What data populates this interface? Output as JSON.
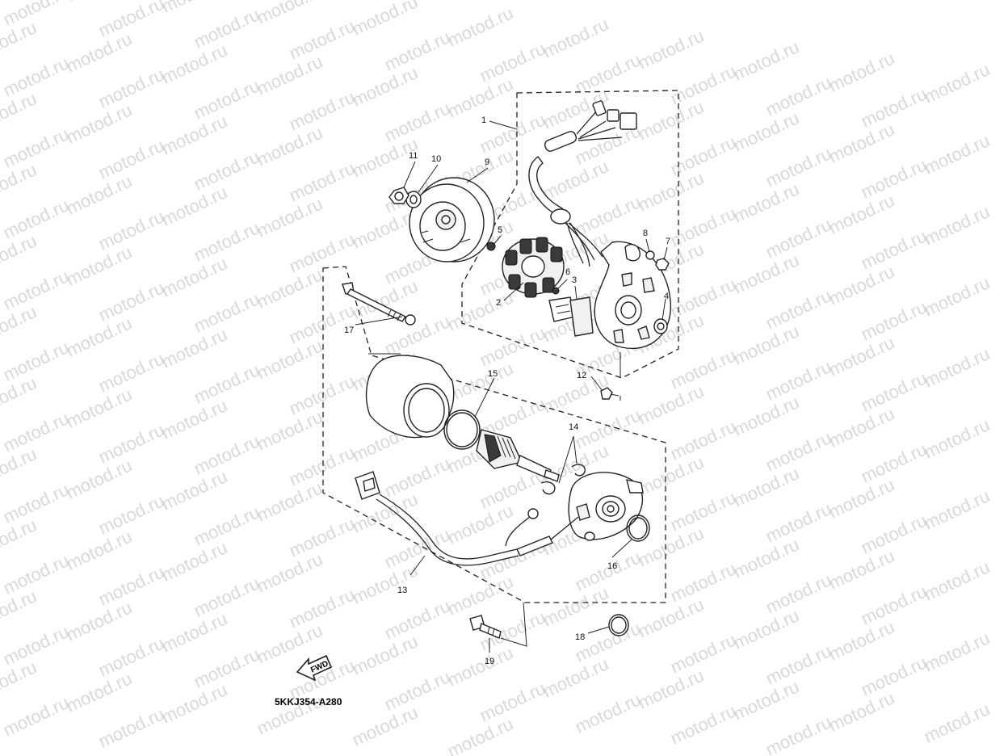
{
  "watermark": {
    "text": "motod.ru"
  },
  "diagram": {
    "code": "5KKJ354-A280",
    "fwd_label": "FWD",
    "callouts": [
      {
        "id": "1",
        "label": "1"
      },
      {
        "id": "2",
        "label": "2"
      },
      {
        "id": "3",
        "label": "3"
      },
      {
        "id": "4",
        "label": "4"
      },
      {
        "id": "5",
        "label": "5"
      },
      {
        "id": "6",
        "label": "6"
      },
      {
        "id": "7",
        "label": "7"
      },
      {
        "id": "8",
        "label": "8"
      },
      {
        "id": "9",
        "label": "9"
      },
      {
        "id": "10",
        "label": "10"
      },
      {
        "id": "11",
        "label": "11"
      },
      {
        "id": "12",
        "label": "12"
      },
      {
        "id": "13",
        "label": "13"
      },
      {
        "id": "14",
        "label": "14"
      },
      {
        "id": "15",
        "label": "15"
      },
      {
        "id": "16",
        "label": "16"
      },
      {
        "id": "17",
        "label": "17"
      },
      {
        "id": "18",
        "label": "18"
      },
      {
        "id": "19",
        "label": "19"
      }
    ]
  }
}
